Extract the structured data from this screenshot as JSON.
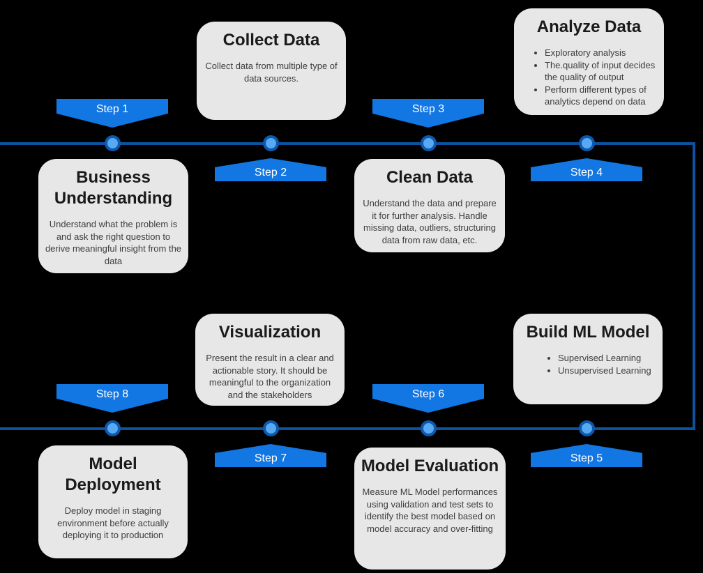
{
  "steps": [
    {
      "label": "Step 1"
    },
    {
      "label": "Step 2"
    },
    {
      "label": "Step 3"
    },
    {
      "label": "Step 4"
    },
    {
      "label": "Step 5"
    },
    {
      "label": "Step 6"
    },
    {
      "label": "Step 7"
    },
    {
      "label": "Step 8"
    }
  ],
  "cards": [
    {
      "title": "Business Understanding",
      "body": "Understand what the problem is and ask the right question to derive meaningful insight from the data"
    },
    {
      "title": "Collect Data",
      "body": "Collect data from multiple type of data sources."
    },
    {
      "title": "Clean Data",
      "body": "Understand the data and prepare it for further analysis. Handle missing data, outliers, structuring data from raw data, etc."
    },
    {
      "title": "Analyze Data",
      "bullets": [
        "Exploratory analysis",
        "The.quality of input decides the quality of output",
        "Perform different types of analytics depend on data"
      ]
    },
    {
      "title": "Visualization",
      "body": "Present the result in a clear and actionable story. It should be meaningful to the organization and the stakeholders"
    },
    {
      "title": "Build ML Model",
      "bullets": [
        "Supervised Learning",
        "Unsupervised Learning"
      ]
    },
    {
      "title": "Model Evaluation",
      "body": "Measure ML Model performances using validation and test sets to identify the best model based on model accuracy and over-fitting"
    },
    {
      "title": "Model Deployment",
      "body": "Deploy model in staging environment before actually deploying it to production"
    }
  ],
  "colors": {
    "background": "#000000",
    "card_background": "#e7e7e7",
    "card_title_text": "#1a1a1a",
    "card_body_text": "#3d3d3d",
    "banner_blue": "#1276e3",
    "banner_text": "#ffffff",
    "timeline_blue": "#0d529e",
    "node_fill": "#58a9f4",
    "node_border": "#0e59ab"
  }
}
